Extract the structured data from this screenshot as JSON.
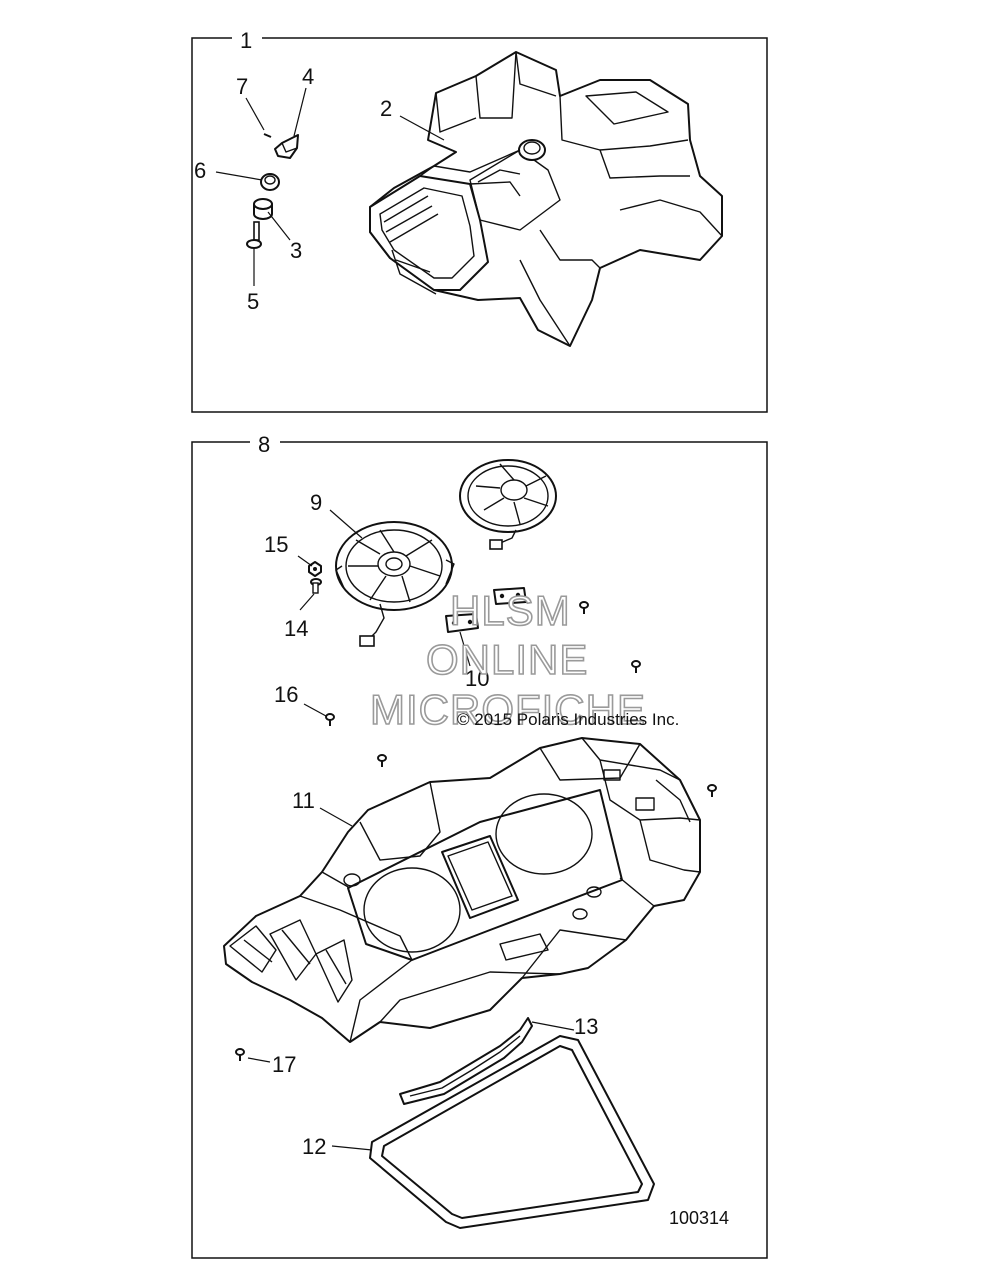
{
  "callouts": {
    "c1": "1",
    "c2": "2",
    "c3": "3",
    "c4": "4",
    "c5": "5",
    "c6": "6",
    "c7": "7",
    "c8": "8",
    "c9": "9",
    "c10": "10",
    "c11": "11",
    "c12": "12",
    "c13": "13",
    "c14": "14",
    "c15": "15",
    "c16": "16",
    "c17": "17"
  },
  "watermark": {
    "line1": "HLSM",
    "line2": "ONLINE",
    "line3": "MICROFICHE"
  },
  "copyright": "© 2015 Polaris Industries Inc.",
  "figure_id": "100314"
}
